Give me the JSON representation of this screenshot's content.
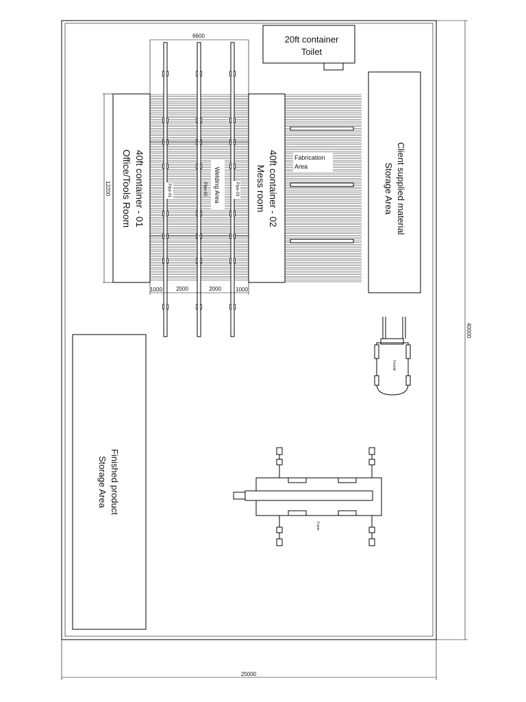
{
  "dimensions": {
    "total_width": "25000",
    "total_height": "40000",
    "container_length": "12200",
    "pipe_span": "6600",
    "gap_left": "1000",
    "gap_mid_left": "2000",
    "gap_mid_right": "2000",
    "gap_right": "1000"
  },
  "toilet": {
    "line1": "20ft container",
    "line2": "Toilet"
  },
  "office": {
    "line1": "40ft container - 01",
    "line2": "Office/Tools Room"
  },
  "mess": {
    "line1": "40ft container - 02",
    "line2": "Mess room"
  },
  "welding": {
    "label": "Welding Area",
    "pipe_left": "Pipe-01",
    "pipe_mid": "Pipe-02",
    "pipe_right": "Pipe-03"
  },
  "fabrication": {
    "line1": "Fabrication",
    "line2": "Area"
  },
  "client_storage": {
    "line1": "Client supplied material",
    "line2": "Storage Area"
  },
  "finished_storage": {
    "line1": "Finished product",
    "line2": "Storage Area"
  },
  "forklift": {
    "label": "Forklift"
  },
  "crane": {
    "label": "Crane"
  }
}
